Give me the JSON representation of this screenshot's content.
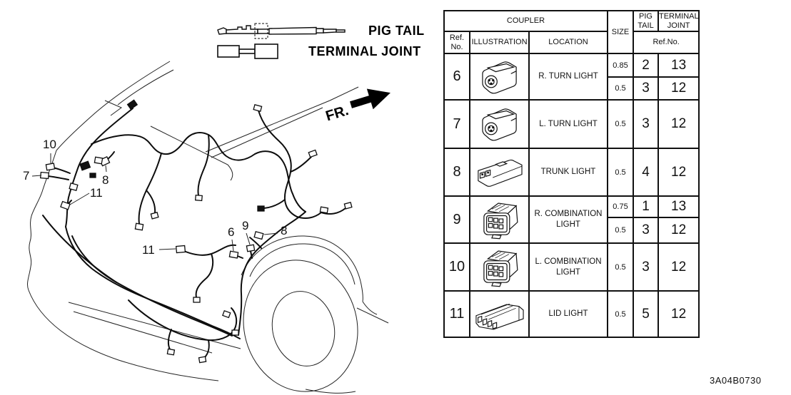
{
  "doc_code": "3A04B0730",
  "colors": {
    "ink": "#111111",
    "background": "#ffffff"
  },
  "legend": {
    "pig_tail_label": "PIG TAIL",
    "terminal_joint_label": "TERMINAL JOINT"
  },
  "direction": {
    "fr_label": "FR."
  },
  "diagram": {
    "callouts": [
      {
        "label": "10"
      },
      {
        "label": "7"
      },
      {
        "label": "8"
      },
      {
        "label": "11"
      },
      {
        "label": "11"
      },
      {
        "label": "6"
      },
      {
        "label": "9"
      },
      {
        "label": "8"
      }
    ]
  },
  "table": {
    "header": {
      "coupler": "COUPLER",
      "size": "SIZE",
      "pig_tail": "PIG TAIL",
      "terminal_joint": "TERMINAL JOINT",
      "ref_no": "Ref. No.",
      "illustration": "ILLUSTRATION",
      "location": "LOCATION",
      "ref_no_joint": "Ref.No."
    },
    "rows": [
      {
        "ref": "6",
        "illustration_icon": "coupler-2p-iso",
        "location": "R. TURN LIGHT",
        "variants": [
          {
            "size": "0.85",
            "pig_tail": "2",
            "terminal_joint": "13"
          },
          {
            "size": "0.5",
            "pig_tail": "3",
            "terminal_joint": "12"
          }
        ]
      },
      {
        "ref": "7",
        "illustration_icon": "coupler-2p-iso",
        "location": "L. TURN LIGHT",
        "variants": [
          {
            "size": "0.5",
            "pig_tail": "3",
            "terminal_joint": "12"
          }
        ]
      },
      {
        "ref": "8",
        "illustration_icon": "coupler-2p-long",
        "location": "TRUNK LIGHT",
        "variants": [
          {
            "size": "0.5",
            "pig_tail": "4",
            "terminal_joint": "12"
          }
        ]
      },
      {
        "ref": "9",
        "illustration_icon": "coupler-6p-box",
        "location": "R. COMBINATION LIGHT",
        "variants": [
          {
            "size": "0.75",
            "pig_tail": "1",
            "terminal_joint": "13"
          },
          {
            "size": "0.5",
            "pig_tail": "3",
            "terminal_joint": "12"
          }
        ]
      },
      {
        "ref": "10",
        "illustration_icon": "coupler-6p-box",
        "location": "L. COMBINATION LIGHT",
        "variants": [
          {
            "size": "0.5",
            "pig_tail": "3",
            "terminal_joint": "12"
          }
        ]
      },
      {
        "ref": "11",
        "illustration_icon": "coupler-4p-wide",
        "location": "LID LIGHT",
        "variants": [
          {
            "size": "0.5",
            "pig_tail": "5",
            "terminal_joint": "12"
          }
        ]
      }
    ]
  }
}
